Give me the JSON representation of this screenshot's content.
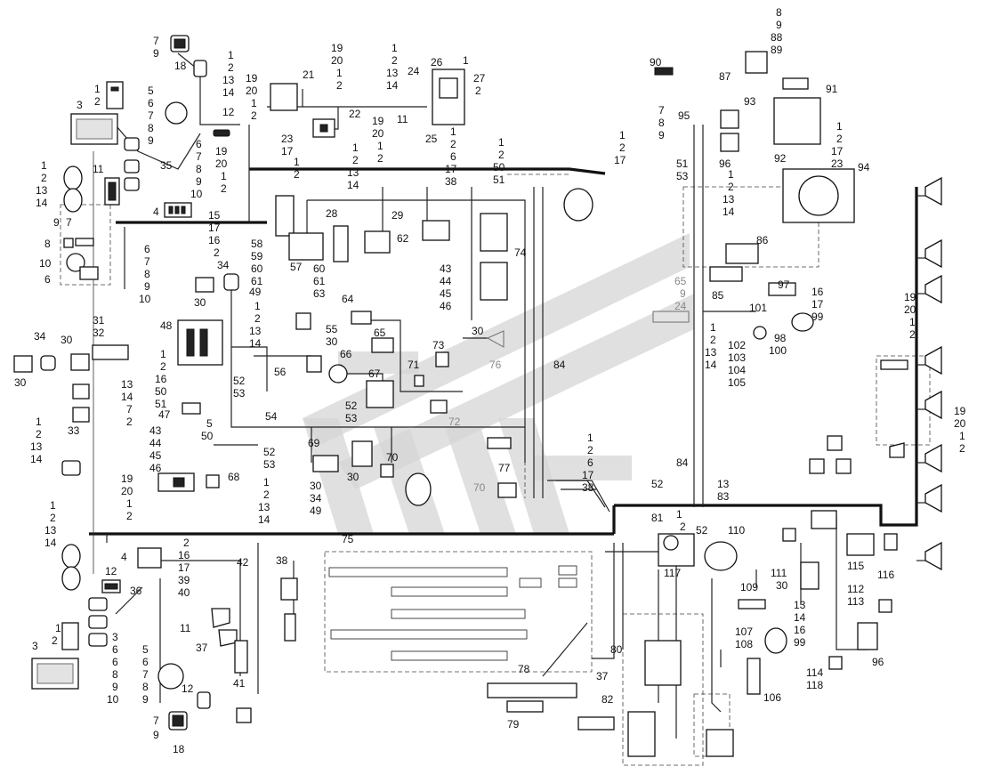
{
  "labels": {
    "lamps_top_left": [
      "7",
      "9",
      "18"
    ],
    "l_top1": [
      "1",
      "2",
      "13",
      "14"
    ],
    "l12": "12",
    "l3": "3",
    "l1": "1",
    "l2": "2",
    "l_5_10": [
      "5",
      "6",
      "7",
      "8",
      "9"
    ],
    "l35": "35",
    "l_6_10": [
      "6",
      "7",
      "8",
      "9",
      "10"
    ],
    "l_left_stack": [
      "1",
      "2",
      "13",
      "14"
    ],
    "l11": "11",
    "l4": "4",
    "l_15_2": [
      "15",
      "17",
      "16",
      "2"
    ],
    "l_9_7": [
      "9",
      "7"
    ],
    "l8": "8",
    "l10": "10",
    "l6": "6",
    "l_b_6_10": [
      "6",
      "7",
      "8",
      "9",
      "10"
    ],
    "l_19_2a": [
      "19",
      "20",
      "1",
      "2"
    ],
    "l_19_2b": [
      "19",
      "20",
      "1",
      "2"
    ],
    "l21": "21",
    "l_1_14a": [
      "1",
      "2",
      "13",
      "14"
    ],
    "l24": "24",
    "l26": "26",
    "l1b": "1",
    "l27": "27",
    "l2b": "2",
    "l11b": "11",
    "l22": "22",
    "l_23_17": [
      "23",
      "17"
    ],
    "l_19_20_1_2": [
      "19",
      "20",
      "1",
      "2"
    ],
    "l25": "25",
    "l_1_2_6_17_38": [
      "1",
      "2",
      "6",
      "17",
      "38"
    ],
    "l_1_2_50_51": [
      "1",
      "2",
      "50",
      "51"
    ],
    "l_1_2_small": [
      "1",
      "2"
    ],
    "l_1_2_13_14b": [
      "1",
      "2",
      "13",
      "14"
    ],
    "l28": "28",
    "l29": "29",
    "l_58_61": [
      "58",
      "59",
      "60",
      "61"
    ],
    "l57": "57",
    "l_60_63": [
      "60",
      "61",
      "63"
    ],
    "l62": "62",
    "l_43_46": [
      "43",
      "44",
      "45",
      "46"
    ],
    "l74": "74",
    "l34": "34",
    "l49": "49",
    "l30": "30",
    "l48": "48",
    "l_1_2_13_14c": [
      "1",
      "2",
      "13",
      "14"
    ],
    "l55_30": [
      "55",
      "30"
    ],
    "l56": "56",
    "l64": "64",
    "l65": "65",
    "l73": "73",
    "l66": "66",
    "l71": "71",
    "l67": "67",
    "l72": "72",
    "l30b": "30",
    "l76": "76",
    "l84": "84",
    "l_1_16_50_51": [
      "1",
      "2",
      "16",
      "50",
      "51"
    ],
    "l_52_53": [
      "52",
      "53"
    ],
    "l47": "47",
    "l54": "54",
    "l_52_53b": [
      "52",
      "53"
    ],
    "l_5_50": [
      "5",
      "50"
    ],
    "l_43_46b": [
      "43",
      "44",
      "45",
      "46"
    ],
    "l_52_53c": [
      "52",
      "53"
    ],
    "l68": "68",
    "l69": "69",
    "l30c": "30",
    "l70": "70",
    "l_30_34_49": [
      "30",
      "34",
      "49"
    ],
    "l77": "77",
    "l70b": "70",
    "l_1_2_6_17_38b": [
      "1",
      "2",
      "6",
      "17",
      "38"
    ],
    "l_31_32": [
      "31",
      "32"
    ],
    "l34b": "34",
    "l30d": "30",
    "l30e": "30",
    "l_13_14_7_2": [
      "13",
      "14",
      "7",
      "2"
    ],
    "l33": "33",
    "l_1_2_13_14d": [
      "1",
      "2",
      "13",
      "14"
    ],
    "l_19_20_1_2b": [
      "19",
      "20",
      "1",
      "2"
    ],
    "l_1_2_13_14e": [
      "1",
      "2",
      "13",
      "14"
    ],
    "l_1_2_13_14f": [
      "1",
      "2",
      "13",
      "14"
    ],
    "l75": "75",
    "l4b": "4",
    "l_2_40": [
      "2",
      "16",
      "17",
      "39",
      "40"
    ],
    "l42": "42",
    "l38": "38",
    "l12b": "12",
    "l36": "36",
    "l11c": "11",
    "l_3_10": [
      "3",
      "6",
      "8",
      "9",
      "10"
    ],
    "l_5_9": [
      "5",
      "6",
      "7",
      "8",
      "9"
    ],
    "l37": "37",
    "l12c": "12",
    "l1c": "1",
    "l2c": "2",
    "l3b": "3",
    "l41": "41",
    "lamps_bottom_left": [
      "7",
      "9",
      "18"
    ],
    "l78": "78",
    "l79": "79",
    "l82": "82",
    "l37b": "37",
    "l80": "80",
    "l117": "117",
    "l_1_2_117": [
      "1",
      "2"
    ],
    "l_8_89": [
      "8",
      "9",
      "88",
      "89"
    ],
    "l90": "90",
    "l87": "87",
    "l91": "91",
    "l93": "93",
    "l95": "95",
    "l_7_8_9": [
      "7",
      "8",
      "9"
    ],
    "l_1_2_17": [
      "1",
      "2",
      "17"
    ],
    "l96": "96",
    "l92": "92",
    "l_1_2_17_23": [
      "1",
      "2",
      "17",
      "23"
    ],
    "l_51_53": [
      "51",
      "53"
    ],
    "l_1_2_13_14g": [
      "1",
      "2",
      "13",
      "14"
    ],
    "l94": "94",
    "l86": "86",
    "l85": "85",
    "l_65_9_24": [
      "65",
      "9",
      "24"
    ],
    "l97": "97",
    "l_16_17_99": [
      "16",
      "17",
      "99"
    ],
    "l101": "101",
    "l_1_2_13_14h": [
      "1",
      "2",
      "13",
      "14"
    ],
    "l_102_105": [
      "102",
      "103",
      "104",
      "105"
    ],
    "l98_100": [
      "98",
      "100"
    ],
    "l_19_20_1_2c": [
      "19",
      "20",
      "1",
      "2"
    ],
    "l_19_20_1_2d": [
      "19",
      "20",
      "1",
      "2"
    ],
    "l84b": "84",
    "l52": "52",
    "l_13_83": [
      "13",
      "83"
    ],
    "l81": "81",
    "l52b": "52",
    "l110": "110",
    "l116": "116",
    "l115": "115",
    "l_111_30": [
      "111",
      "30"
    ],
    "l_112_113": [
      "112",
      "113"
    ],
    "l109": "109",
    "l_13_99": [
      "13",
      "14",
      "16",
      "99"
    ],
    "l_107_108": [
      "107",
      "108"
    ],
    "l96b": "96",
    "l_114_118": [
      "114",
      "118"
    ],
    "l106": "106"
  }
}
